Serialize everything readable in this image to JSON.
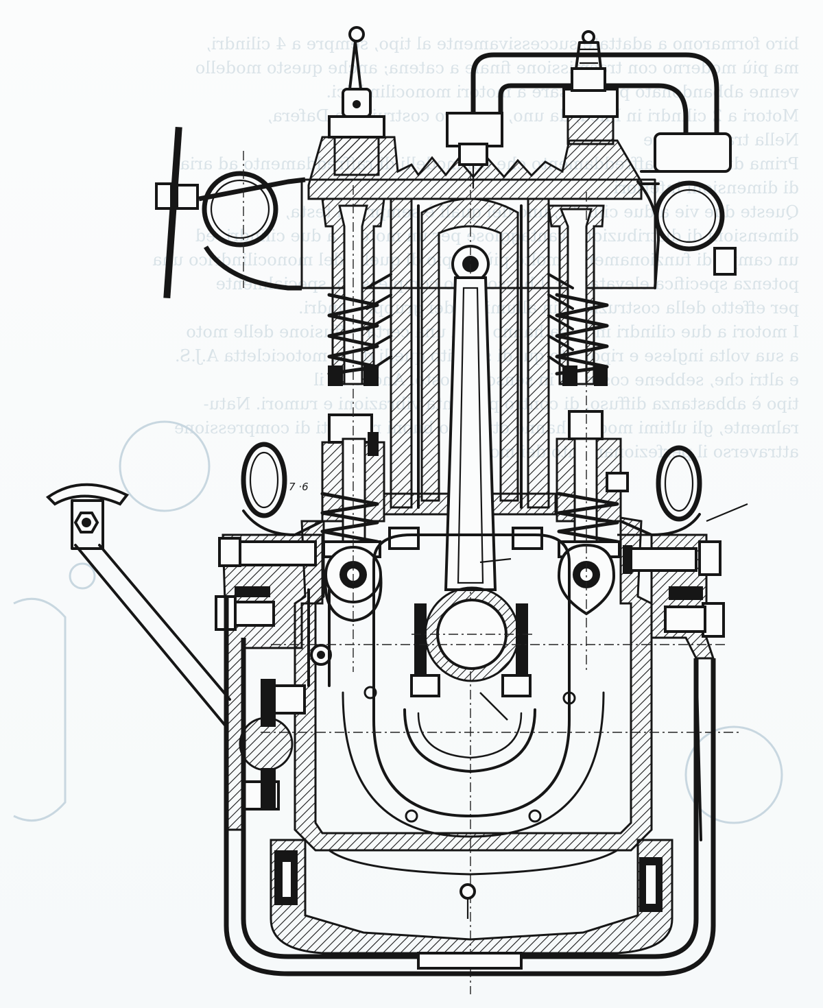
{
  "bleed_through_text": [
    "biro formarono a adattate successivamente al tipo, sempre a 4 cilindri,",
    "ma più moderno con trasmissione finale a catena; anche questo modello",
    "venne abbandonato per passare a motori monocilindrici.",
    "Motori a 2 cilindri in linea, da uno, vennero costruiti da Dafera,",
    "Nella trasmissione",
    "Prima di tutto il raffreddamento che coi modelli di raffreddamento ad aria",
    "di dimensioni inferiori",
    "Queste due vie a due cilindri, uno dei quali è sempre in testa,",
    "dimensioni di distribuzione vantaggiose per un motore a due cilindri, ed",
    "un campo di funzionamento molto più ampio di quello del monocilindrico una",
    "potenza specifica elevata per il basso peso complessivo, specialmente",
    "per effetto della costruzione in alluminio dei gruppi cilindri.",
    "I motori a due cilindri in linea hanno oggi una certa diffusione delle moto",
    "a sua volta inglese e riportato qui di seguito quelli della motocicletta A.J.S.",
    "e altri che, sebbene costruiti in senso opposto. Anche se il",
    "tipo è abbastanza diffuso, di contro presenta vibrazioni e rumori. Natu-",
    "ralmente, gli ultimi modelli hanno ottenuto buoni risultati di compressione",
    "attraverso il perfezionamento dei motori."
  ],
  "labels": {
    "part_marker": "7 ·6"
  },
  "colors": {
    "ink": "#161616",
    "paper": "#fbfcfc",
    "bleed_through": "#cfdbe2"
  }
}
